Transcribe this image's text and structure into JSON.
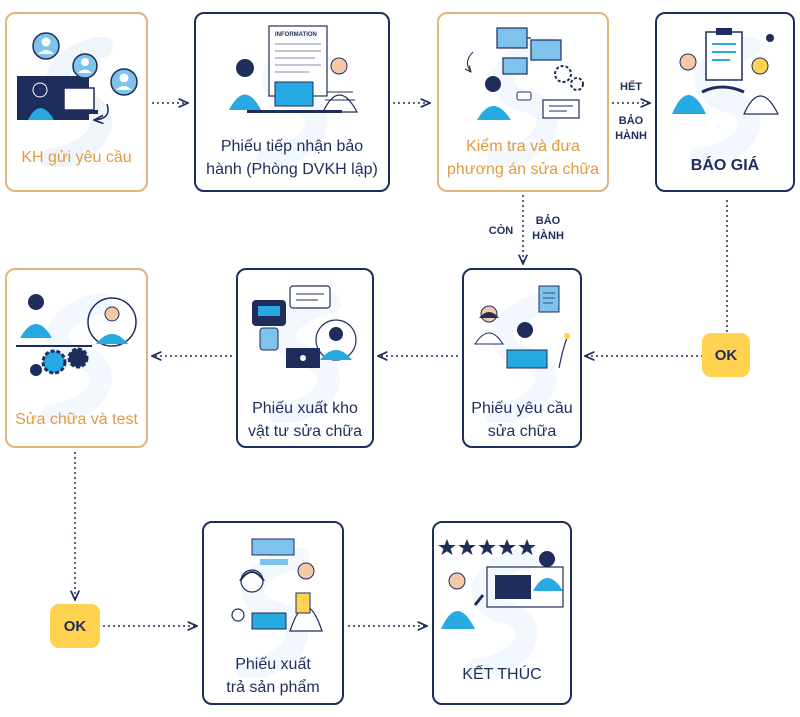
{
  "cards": {
    "kh_request": "KH gửi yêu cầu",
    "warranty_receipt_1": "Phiếu tiếp nhận bảo",
    "warranty_receipt_2": "hành (Phòng DVKH lập)",
    "inspect_1": "Kiểm tra và đưa",
    "inspect_2": "phương án sửa chữa",
    "quote": "BÁO GIÁ",
    "repair_test": "Sửa chữa và test",
    "stock_1": "Phiếu xuất kho",
    "stock_2": "vật tư sửa chữa",
    "repair_req_1": "Phiếu yêu cầu",
    "repair_req_2": "sửa chữa",
    "return_1": "Phiếu xuất",
    "return_2": "trả sản phẩm",
    "finish": "KẾT THÚC"
  },
  "illustration_text": {
    "information": "INFORMATION"
  },
  "badges": {
    "ok_right": "OK",
    "ok_left": "OK"
  },
  "notes": {
    "expired_1": "HẾT",
    "expired_2": "BẢO",
    "expired_3": "HÀNH",
    "in_warranty_1": "CÒN",
    "in_warranty_2": "BẢO",
    "in_warranty_3": "HÀNH"
  },
  "colors": {
    "navy": "#1f2d5c",
    "orange_border": "#e1b57a",
    "orange_text": "#e39a3f",
    "badge": "#ffd34f",
    "accent_blue": "#27a9e1"
  },
  "icons": [
    "user-icon",
    "gear-icon",
    "star-icon",
    "laptop-icon",
    "chat-bubble-icon",
    "document-icon",
    "clipboard-icon",
    "headset-person-icon"
  ]
}
